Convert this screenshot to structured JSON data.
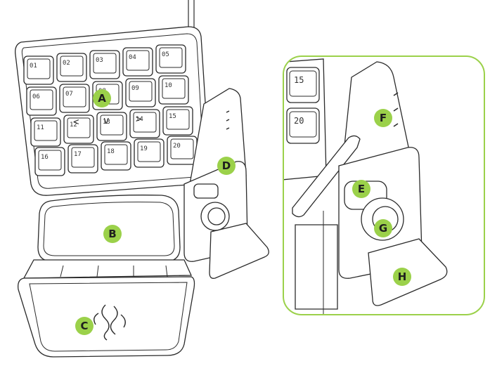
{
  "colors": {
    "callout_fill": "#9bd14a",
    "detail_frame": "#9bd14a",
    "line": "#2b2b2b"
  },
  "main_view": {
    "keys": [
      {
        "label": "01"
      },
      {
        "label": "02"
      },
      {
        "label": "03"
      },
      {
        "label": "04"
      },
      {
        "label": "05"
      },
      {
        "label": "06"
      },
      {
        "label": "07"
      },
      {
        "label": "08"
      },
      {
        "label": "09"
      },
      {
        "label": "10"
      },
      {
        "label": "11"
      },
      {
        "label": "12"
      },
      {
        "label": "13"
      },
      {
        "label": "14"
      },
      {
        "label": "15"
      },
      {
        "label": "16"
      },
      {
        "label": "17"
      },
      {
        "label": "18"
      },
      {
        "label": "19"
      },
      {
        "label": "20"
      }
    ],
    "arrow_glyphs": {
      "left": "<",
      "down": "v",
      "right": ">"
    },
    "callouts": {
      "A": "A",
      "B": "B",
      "C": "C",
      "D": "D"
    }
  },
  "detail_view": {
    "keys": [
      {
        "label": "15"
      },
      {
        "label": "20"
      }
    ],
    "callouts": {
      "E": "E",
      "F": "F",
      "G": "G",
      "H": "H"
    }
  }
}
